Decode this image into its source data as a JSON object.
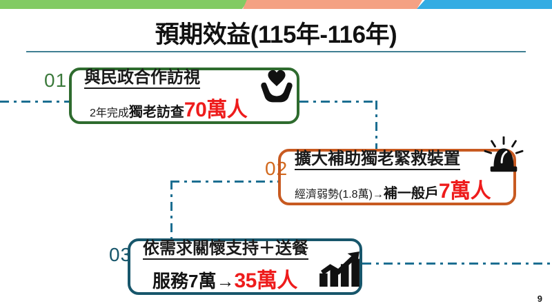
{
  "slide": {
    "title": "預期效益(115年-116年)",
    "page_number": "9"
  },
  "topbar": {
    "bands": [
      {
        "name": "green-band",
        "color": "#82cb63"
      },
      {
        "name": "orange-band",
        "color": "#f4a183"
      },
      {
        "name": "blue-band",
        "color": "#33ace3"
      }
    ]
  },
  "items": [
    {
      "number": "01",
      "number_color": "#3c7a3c",
      "border_color": "#2e6b2e",
      "heading": "與民政合作訪視",
      "detail_small": "2年完成",
      "detail_bold": "獨老訪查",
      "detail_highlight": "70萬人",
      "icon": "heart-in-hands-icon"
    },
    {
      "number": "02",
      "number_color": "#d2691e",
      "border_color": "#c85a21",
      "heading": "擴大補助獨老緊救裝置",
      "detail_small": "經濟弱勢(1.8萬)→",
      "detail_bold": "補一般戶",
      "detail_highlight": "7萬人",
      "icon": "emergency-siren-icon"
    },
    {
      "number": "03",
      "number_color": "#17566b",
      "border_color": "#17566b",
      "heading": "依需求關懷支持＋送餐",
      "detail_small": "",
      "detail_bold": "服務7萬→",
      "detail_highlight": "35萬人",
      "icon": "growth-chart-icon"
    }
  ],
  "colors": {
    "title_rule": "#3f7f92",
    "connector": "#1b6e91",
    "highlight_red": "#ee1c1c"
  }
}
